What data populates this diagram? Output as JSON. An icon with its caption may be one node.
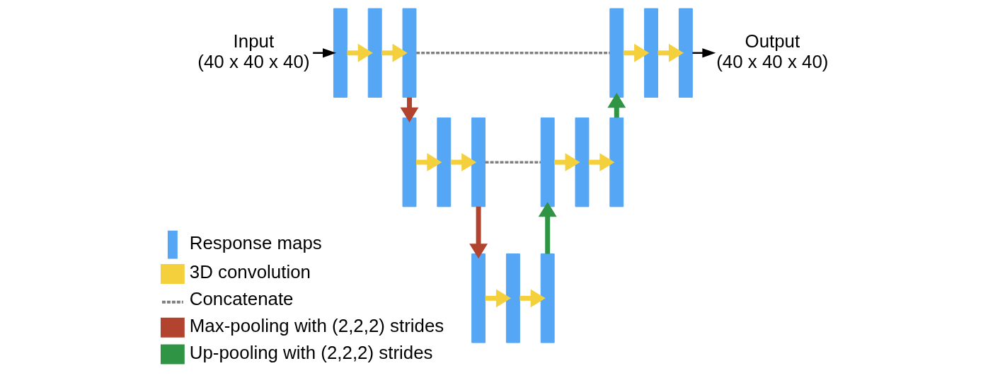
{
  "diagram": {
    "nodes": [
      {
        "text": [
          "Input",
          "(40 x 40 x 40)"
        ]
      },
      {
        "text": [],
        "shape": "bar"
      },
      {
        "text": [],
        "shape": "bar"
      },
      {
        "text": [],
        "shape": "bar"
      },
      {
        "text": [],
        "shape": "bar"
      },
      {
        "text": [],
        "shape": "bar"
      },
      {
        "text": [],
        "shape": "bar"
      },
      {
        "text": [],
        "shape": "bar"
      },
      {
        "text": [],
        "shape": "bar"
      },
      {
        "text": [],
        "shape": "bar"
      },
      {
        "text": [],
        "shape": "bar"
      },
      {
        "text": [],
        "shape": "bar"
      },
      {
        "text": [],
        "shape": "bar"
      },
      {
        "text": [],
        "shape": "bar"
      },
      {
        "text": [],
        "shape": "bar"
      },
      {
        "text": [],
        "shape": "bar"
      },
      {
        "text": [
          "Output",
          "(40 x 40 x 40)"
        ]
      }
    ],
    "edges": [
      {
        "from": 0,
        "to": 1,
        "arrow": "to",
        "color": "#000000"
      },
      {
        "from": 1,
        "to": 2,
        "arrow": "to"
      },
      {
        "from": 2,
        "to": 3,
        "arrow": "to"
      },
      {
        "from": 3,
        "to": 4,
        "arrow": "to",
        "color": "#b2432f"
      },
      {
        "from": 4,
        "to": 5,
        "arrow": "to"
      },
      {
        "from": 5,
        "to": 6,
        "arrow": "to"
      },
      {
        "from": 6,
        "to": 7,
        "arrow": "to",
        "color": "#b2432f"
      },
      {
        "from": 7,
        "to": 8,
        "arrow": "to"
      },
      {
        "from": 8,
        "to": 9,
        "arrow": "to"
      },
      {
        "from": 9,
        "to": 10,
        "arrow": "to",
        "color": "#2f9444"
      },
      {
        "from": 10,
        "to": 11,
        "arrow": "to"
      },
      {
        "from": 11,
        "to": 12,
        "arrow": "to"
      },
      {
        "from": 12,
        "to": 13,
        "arrow": "to",
        "color": "#2f9444"
      },
      {
        "from": 13,
        "to": 14,
        "arrow": "to"
      },
      {
        "from": 14,
        "to": 15,
        "arrow": "to"
      },
      {
        "from": 15,
        "to": 16,
        "arrow": "to",
        "color": "#000000"
      },
      {
        "from": 3,
        "to": 13,
        "arrow": "none",
        "style": "dashed",
        "color": "#808080"
      },
      {
        "from": 6,
        "to": 10,
        "arrow": "none",
        "style": "dashed",
        "color": "#808080"
      }
    ],
    "legend": [
      {
        "text": "Response maps",
        "color": "#55a6f5"
      },
      {
        "text": "3D convolution",
        "color": "#f3d03c"
      },
      {
        "text": "Concatenate"
      },
      {
        "text": "Max-pooling with (2,2,2) strides",
        "color": "#b2432f"
      },
      {
        "text": "Up-pooling with (2,2,2) strides",
        "color": "#2f9444"
      }
    ]
  }
}
